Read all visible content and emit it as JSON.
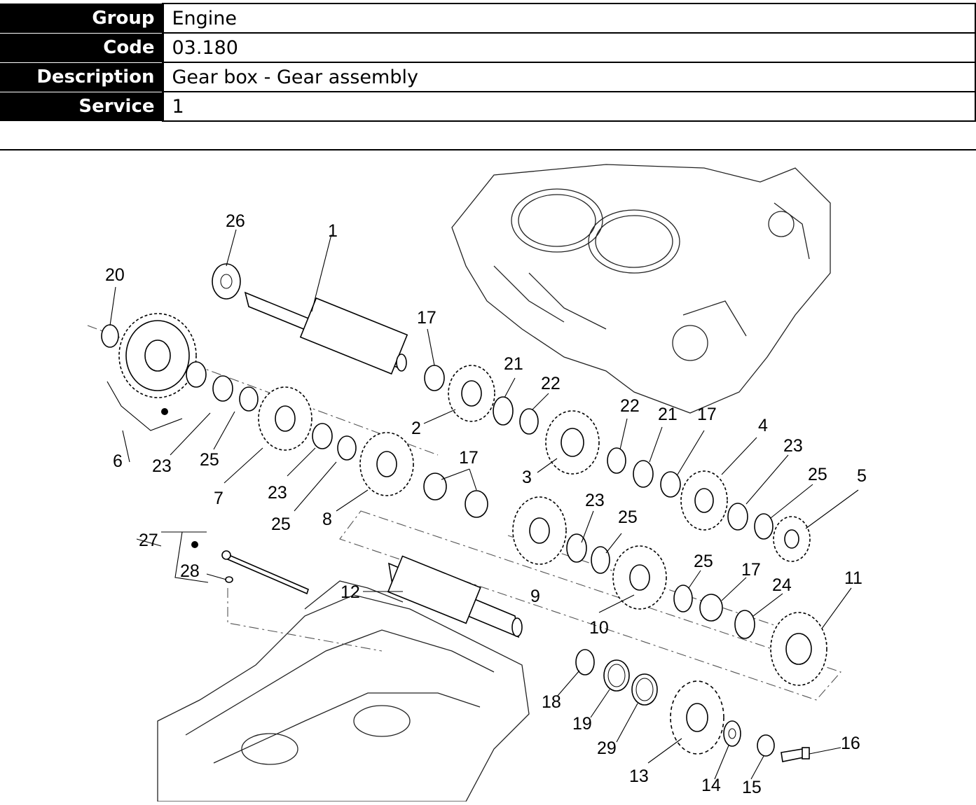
{
  "header": {
    "rows": [
      {
        "label": "Group",
        "value": "Engine"
      },
      {
        "label": "Code",
        "value": "03.180"
      },
      {
        "label": "Description",
        "value": "Gear box - Gear assembly"
      },
      {
        "label": "Service",
        "value": "1"
      }
    ]
  },
  "diagram": {
    "callouts": [
      "26",
      "1",
      "20",
      "17",
      "21",
      "22",
      "2",
      "6",
      "23",
      "25",
      "7",
      "23",
      "25",
      "8",
      "17",
      "3",
      "22",
      "21",
      "17",
      "4",
      "23",
      "25",
      "5",
      "27",
      "28",
      "12",
      "23",
      "25",
      "9",
      "10",
      "25",
      "17",
      "24",
      "11",
      "18",
      "19",
      "29",
      "13",
      "14",
      "15",
      "16"
    ]
  }
}
